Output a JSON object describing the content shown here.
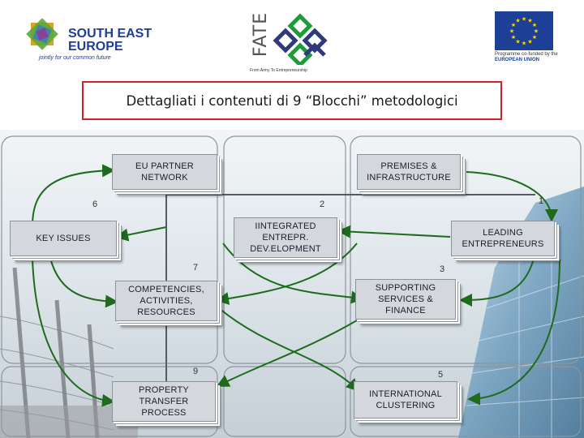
{
  "header": {
    "left_logo": {
      "name": "SOUTH EAST",
      "name2": "EUROPE",
      "tagline": "jointly for our common future",
      "icon": "star-puzzle-logo"
    },
    "center_logo": {
      "name": "FATE",
      "tagline": "From Army To Entrepreneurship",
      "icon": "interlocking-cubes-logo"
    },
    "right_logo": {
      "caption_line1": "Programme co-funded by the",
      "caption_line2": "EUROPEAN UNION",
      "icon": "eu-flag"
    }
  },
  "title": "Dettagliati i contenuti di 9 “Blocchi” metodologici",
  "blocks": {
    "eu_partner": "EU PARTNER\nNETWORK",
    "premises": "PREMISES &\nINFRASTRUCTURE",
    "key_issues": "KEY ISSUES",
    "integrated": "IINTEGRATED\nENTREPR.\nDEV.ELOPMENT",
    "leading": "LEADING\nENTREPRENEURS",
    "competencies": "COMPETENCIES,\nACTIVITIES,\nRESOURCES",
    "supporting": "SUPPORTING\nSERVICES &\nFINANCE",
    "property": "PROPERTY\nTRANSFER\nPROCESS",
    "international": "INTERNATIONAL\nCLUSTERING"
  },
  "numbers": {
    "n1": "1",
    "n2": "2",
    "n3": "3",
    "n5": "5",
    "n6": "6",
    "n7": "7",
    "n9": "9"
  },
  "colors": {
    "title_border": "#d0202a",
    "block_fill": "#d4d7dc",
    "arrow": "#1e6b1e",
    "connector": "#555a66",
    "eu_blue": "#1d3f95",
    "eu_star": "#ffdd00"
  }
}
